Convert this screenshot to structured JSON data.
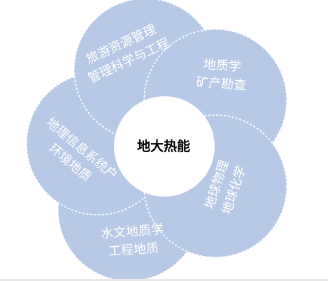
{
  "center_label": "地大热能",
  "petals": [
    {
      "id": "petal-top-left",
      "line1": "旅游资源管理",
      "line2": "管理科学与工程"
    },
    {
      "id": "petal-top-right",
      "line1": "地质学",
      "line2": "矿产勘查"
    },
    {
      "id": "petal-right",
      "line1": "地球物理",
      "line2": "地球化学"
    },
    {
      "id": "petal-bottom",
      "line1": "水文地质学",
      "line2": "工程地质"
    },
    {
      "id": "petal-left",
      "line1": "地理信息系统户",
      "line2": "环境地质"
    }
  ],
  "colors": {
    "petal_fill": "#b7c9e6",
    "petal_stroke": "#ffffff",
    "label": "#ffffff",
    "center_text": "#000000"
  }
}
